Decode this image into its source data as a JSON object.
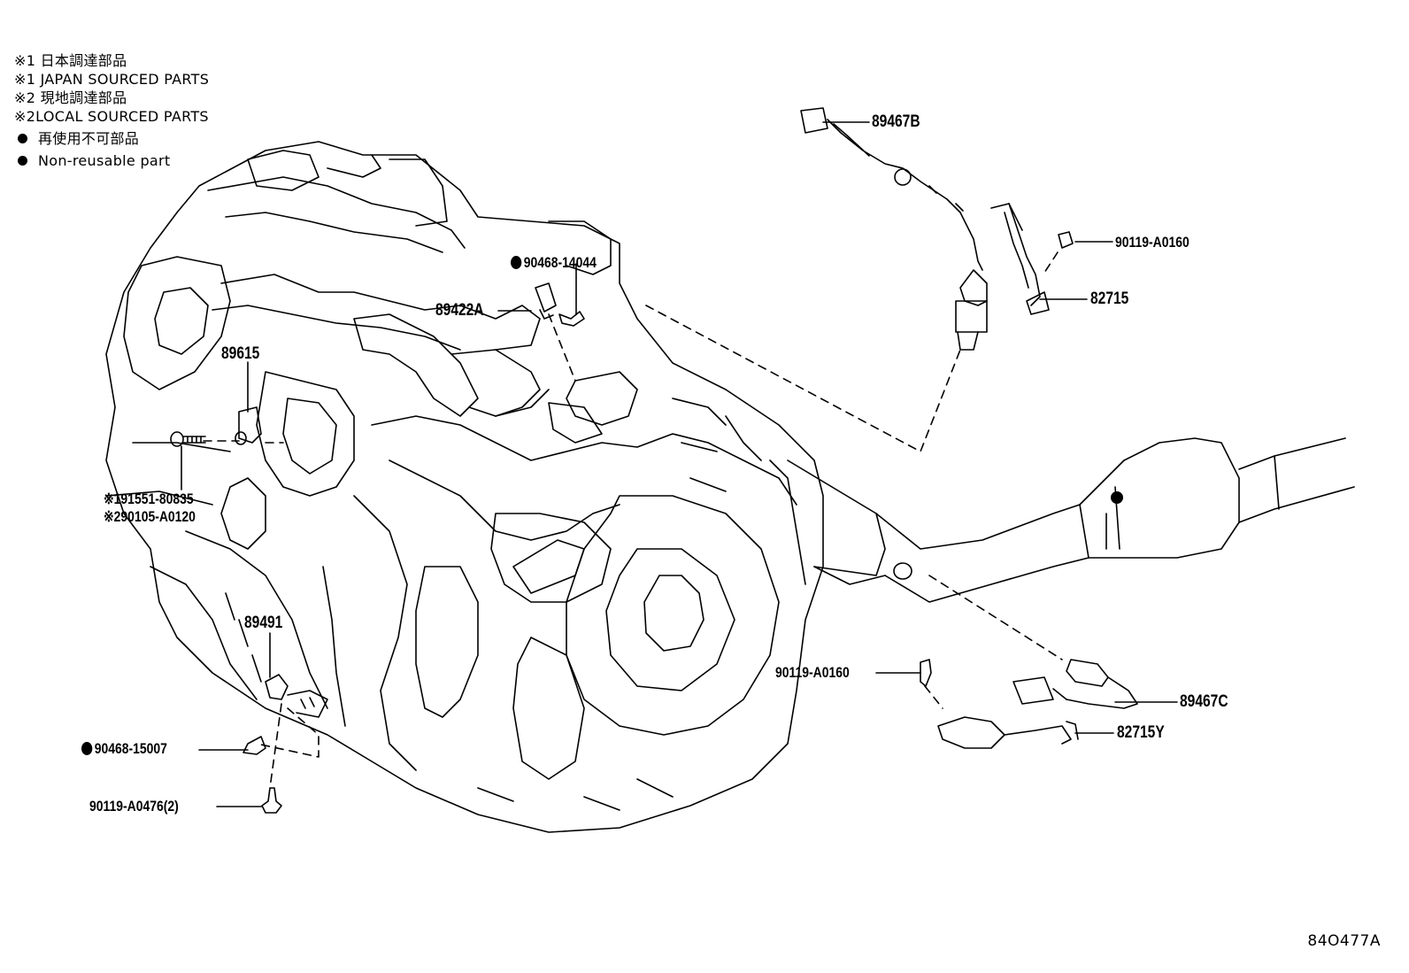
{
  "legend": {
    "line1": "※1 日本調達部品",
    "line2": "※1 JAPAN SOURCED PARTS",
    "line3": "※2 現地調達部品",
    "line4": "※2LOCAL SOURCED PARTS",
    "line5": "再使用不可部品",
    "line6": "Non-reusable part"
  },
  "parts": {
    "p89467B": "89467B",
    "p90119_A0160_top": "90119-A0160",
    "p82715": "82715",
    "p90468_14044": "90468-14044",
    "p89422A": "89422A",
    "p89615": "89615",
    "p191551_80835": "※191551-80835",
    "p290105_A0120": "※290105-A0120",
    "p89491": "89491",
    "p90468_15007": "90468-15007",
    "p90119_A0476": "90119-A0476(2)",
    "p90119_A0160_bottom": "90119-A0160",
    "p89467C": "89467C",
    "p82715Y": "82715Y"
  },
  "illustration_code": "84O477A",
  "colors": {
    "ink": "#000000",
    "background": "#ffffff"
  }
}
